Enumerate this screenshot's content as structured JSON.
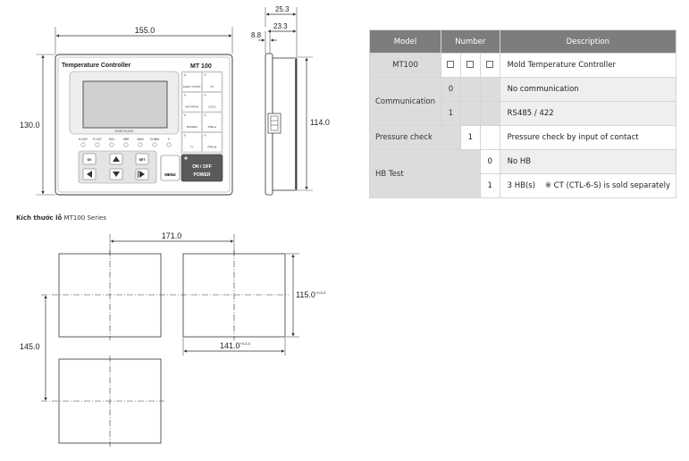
{
  "front": {
    "width_dim": "155.0",
    "height_dim": "130.0",
    "title": "Temperature Controller",
    "model": "MT 100",
    "brand": "HANYOUNG",
    "keys": [
      {
        "label": "EARLY POINT"
      },
      {
        "label": "AT"
      },
      {
        "label": "MOTOR/IN"
      },
      {
        "label": "COOL"
      },
      {
        "label": "BUZZER"
      },
      {
        "label": "PRE-H"
      },
      {
        "label": "TY"
      },
      {
        "label": "PRE-M"
      }
    ],
    "leds": [
      "H-OUT",
      "P-OUT",
      "SOV",
      "HBR",
      "MAN",
      "COMM",
      "F"
    ],
    "buttons": {
      "sv": "SV",
      "set": "SET",
      "menu": "MENU",
      "power_line1": "ON / OFF",
      "power_line2": "POWER"
    }
  },
  "side": {
    "total_depth": "25.3",
    "body_depth": "23.3",
    "bezel": "8.8",
    "height_dim": "114.0"
  },
  "caption": {
    "bold": "Kích thước lỗ",
    "rest": "MT100 Series"
  },
  "cutout": {
    "pitch_h": "171.0",
    "pitch_v": "145.0",
    "height": "115.0",
    "height_tol": "+0.5-0",
    "width": "141.0",
    "width_tol": "+0.5-0"
  },
  "table": {
    "headers": {
      "model": "Model",
      "number": "Number",
      "description": "Description"
    },
    "rows": [
      {
        "label": "MT100",
        "digit": "",
        "description": "Mold Temperature Controller"
      },
      {
        "label": "Communication",
        "options": [
          {
            "digit": "0",
            "description": "No communication"
          },
          {
            "digit": "1",
            "description": "RS485 / 422"
          }
        ]
      },
      {
        "label": "Pressure check",
        "digit": "1",
        "description": "Pressure check by input of contact"
      },
      {
        "label": "HB Test",
        "options": [
          {
            "digit": "0",
            "description": "No HB"
          },
          {
            "digit": "1",
            "description": "3 HB(s)    ※ CT (CTL-6-S) is sold separately"
          }
        ]
      }
    ]
  }
}
